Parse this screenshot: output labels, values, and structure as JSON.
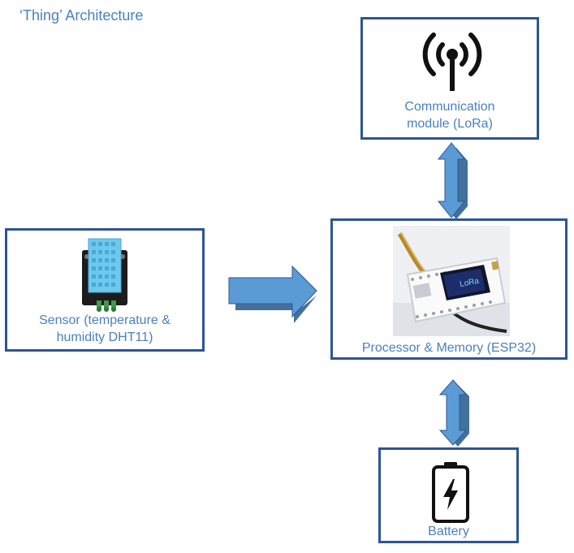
{
  "diagram": {
    "title": "‘Thing’ Architecture",
    "nodes": {
      "communication": {
        "label": "Communication module (LoRa)",
        "icon": "antenna-icon"
      },
      "processor": {
        "label": "Processor & Memory (ESP32)",
        "icon": "esp32-lora-board-image",
        "board_text": "LoRa"
      },
      "sensor": {
        "label": "Sensor (temperature & humidity DHT11)",
        "icon": "dht11-sensor-image"
      },
      "battery": {
        "label": "Battery",
        "icon": "battery-icon"
      }
    },
    "edges": [
      {
        "from": "processor",
        "to": "communication",
        "direction": "bidirectional"
      },
      {
        "from": "sensor",
        "to": "processor",
        "direction": "forward"
      },
      {
        "from": "processor",
        "to": "battery",
        "direction": "bidirectional"
      }
    ],
    "colors": {
      "box_border": "#2e5496",
      "label_text": "#4a7fc1",
      "arrow_fill": "#5b9bd5",
      "arrow_dark": "#2f5597",
      "arrow_side": "#41719c"
    }
  }
}
